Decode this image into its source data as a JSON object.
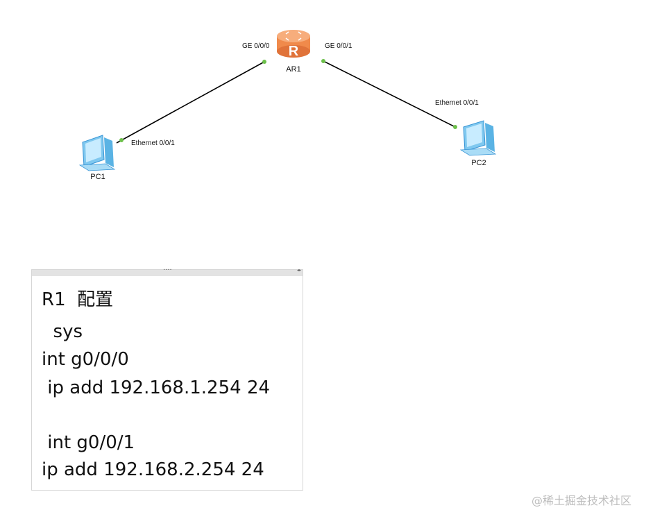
{
  "topology": {
    "router": {
      "name": "AR1",
      "icon": "router-icon",
      "glyph": "R",
      "color": "#f08a4b"
    },
    "pcs": [
      {
        "name": "PC1",
        "icon": "pc-icon"
      },
      {
        "name": "PC2",
        "icon": "pc-icon"
      }
    ],
    "ports": {
      "router_left": "GE 0/0/0",
      "router_right": "GE 0/0/1",
      "pc1": "Ethernet 0/0/1",
      "pc2": "Ethernet 0/0/1"
    },
    "link_status_color": "#6cc04a"
  },
  "config": {
    "lines": [
      "R1  配置",
      "  sys",
      "int g0/0/0",
      " ip add 192.168.1.254 24",
      "",
      " int g0/0/1",
      "ip add 192.168.2.254 24"
    ]
  },
  "watermark": "@稀土掘金技术社区"
}
